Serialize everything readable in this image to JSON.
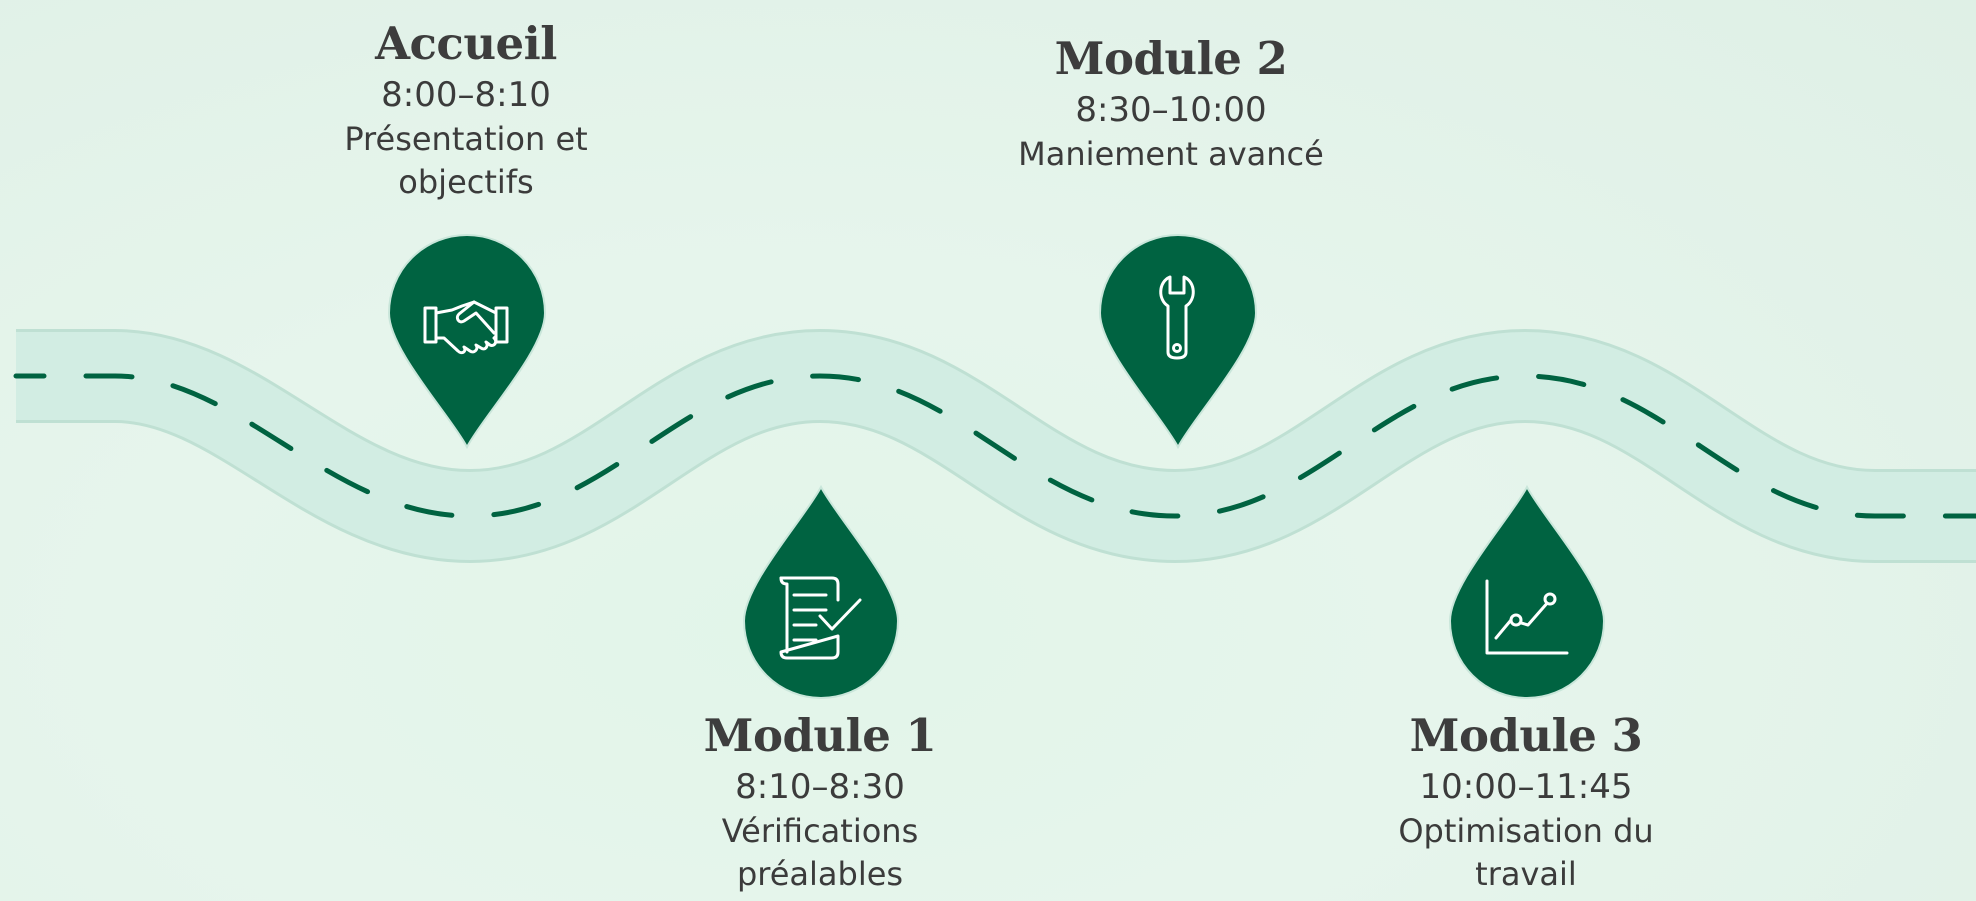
{
  "colors": {
    "accent": "#006341",
    "road": "#d2ede3",
    "road_edge": "#bfe0d3",
    "text": "#3b3b3b"
  },
  "stops": [
    {
      "title": "Accueil",
      "time": "8:00–8:10",
      "desc": "Présentation et objectifs",
      "icon": "handshake-icon"
    },
    {
      "title": "Module 1",
      "time": "8:10–8:30",
      "desc": "Vérifications préalables",
      "icon": "checklist-icon"
    },
    {
      "title": "Module 2",
      "time": "8:30–10:00",
      "desc": "Maniement avancé",
      "icon": "wrench-icon"
    },
    {
      "title": "Module 3",
      "time": "10:00–11:45",
      "desc": "Optimisation du travail",
      "icon": "line-chart-icon"
    }
  ]
}
